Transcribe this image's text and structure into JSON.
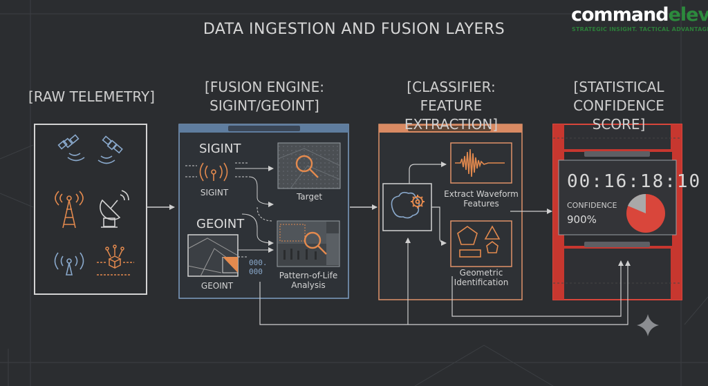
{
  "title": "DATA INGESTION AND FUSION LAYERS",
  "logo": {
    "part1": "command",
    "part2": "eleven",
    "tagline": "STRATEGIC INSIGHT. TACTICAL ADVANTAGE."
  },
  "columns": {
    "raw": {
      "title": "[RAW TELEMETRY]"
    },
    "fusion": {
      "title_line1": "[FUSION ENGINE:",
      "title_line2": "SIGINT/GEOINT]",
      "sigint_heading": "SIGINT",
      "sigint_label": "SIGINT",
      "target_label": "Target",
      "geoint_heading": "GEOINT",
      "geoint_label": "GEOINT",
      "geoint_code_line1": "000.",
      "geoint_code_line2": "000",
      "pol_line1": "Pattern-of-Life",
      "pol_line2": "Analysis"
    },
    "classifier": {
      "title_line1": "[CLASSIFIER:",
      "title_line2": "FEATURE EXTRACTION]",
      "waveform_line1": "Extract Waveform",
      "waveform_line2": "Features",
      "geometric_line1": "Geometric",
      "geometric_line2": "Identification"
    },
    "confidence": {
      "title_line1": "[STATISTICAL",
      "title_line2": "CONFIDENCE SCORE]",
      "digits": "00:16:18:10",
      "confidence_label": "CONFIDENCE",
      "confidence_value": "900%"
    }
  },
  "colors": {
    "background": "#2b2d30",
    "fusion_accent": "#7f9fc4",
    "classifier_accent": "#e0936a",
    "confidence_accent": "#d9463b",
    "icon_orange": "#e48a4e",
    "icon_blue": "#8aa9cc",
    "logo_green": "#2c8a3d"
  },
  "icons": [
    "satellite-icon",
    "radio-tower-icon",
    "satellite-dish-icon",
    "wifi-signal-icon",
    "network-cube-icon",
    "magnifier-icon",
    "brain-gear-icon",
    "waveform-icon",
    "shapes-icon",
    "pie-chart-icon",
    "sparkle-icon"
  ]
}
